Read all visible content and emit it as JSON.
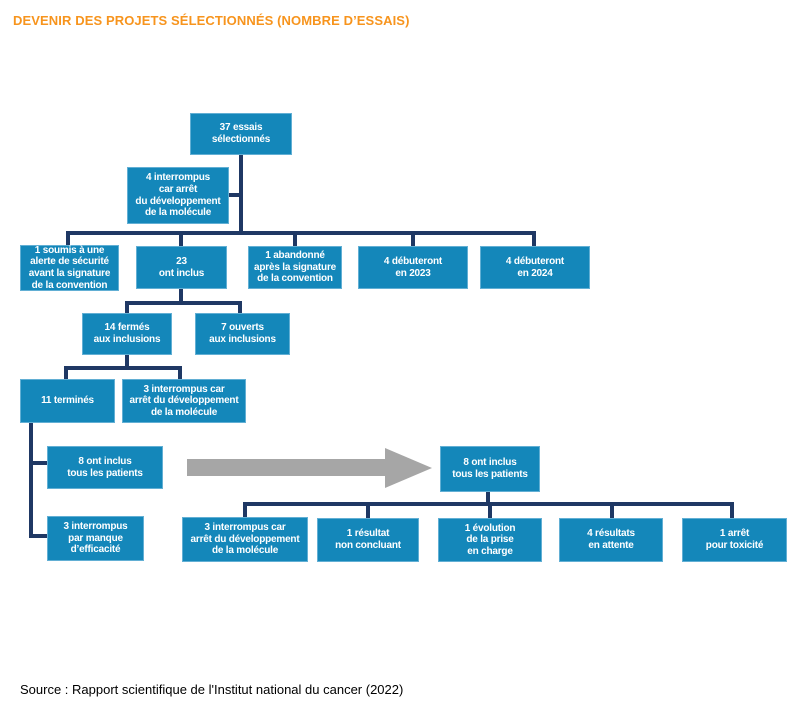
{
  "header": {
    "title": "DEVENIR DES PROJETS SÉLECTIONNÉS (NOMBRE D’ESSAIS)"
  },
  "colors": {
    "title_orange": "#F7941D",
    "node_fill": "#1487BA",
    "node_border": "#62AFD4",
    "connector_navy": "#1F3864",
    "arrow_gray": "#A6A6A6"
  },
  "flowchart": {
    "nodes": {
      "selected": "37 essais\nsélectionnés",
      "interrupted_molecule_dev_4": "4 interrompus\ncar arrêt\ndu développement\nde la molécule",
      "safety_alert": "1 soumis à une\nalerte de sécurité\navant la signature\nde la convention",
      "included_23": "23\nont inclus",
      "abandoned": "1 abandonné\naprès la signature\nde la convention",
      "start_2023": "4 débuteront\nen 2023",
      "start_2024": "4 débuteront\nen 2024",
      "closed_14": "14 fermés\naux inclusions",
      "open_7": "7 ouverts\naux inclusions",
      "finished_11": "11 terminés",
      "interrupted_molecule_dev_3a": "3 interrompus car\narrêt du développement\nde la molécule",
      "included_all_left": "8 ont inclus\ntous les patients",
      "included_all_right": "8 ont inclus\ntous les patients",
      "interrupted_efficacy": "3 interrompus\npar manque\nd’efficacité",
      "interrupted_molecule_dev_3b": "3 interrompus car\narrêt du développement\nde la molécule",
      "inconclusive_result": "1 résultat\nnon concluant",
      "care_evolution": "1 évolution\nde la prise\nen charge",
      "awaiting_results": "4 résultats\nen attente",
      "toxicity_stop": "1 arrêt\npour toxicité"
    }
  },
  "footer": {
    "source_text": "Source : Rapport scientifique de l'Institut national du cancer (2022)"
  }
}
